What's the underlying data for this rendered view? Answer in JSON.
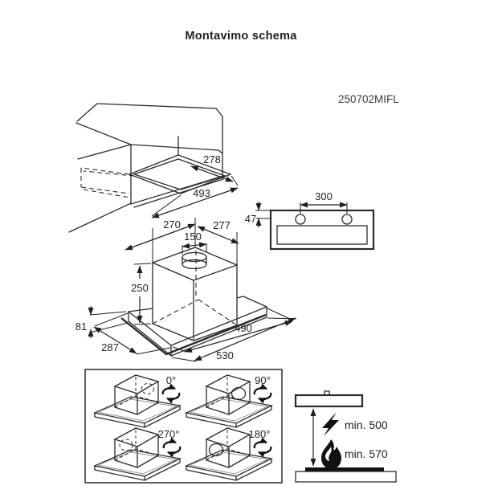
{
  "title": "Montavimo schema",
  "model_number": "250702MIFL",
  "cabinet_cutout": {
    "depth": "278",
    "width": "493"
  },
  "mounting_front_view": {
    "hole_spacing": "300",
    "hole_top_offset": "47"
  },
  "hood_body": {
    "width": "270",
    "depth": "277",
    "duct_diameter": "150",
    "height": "250"
  },
  "hood_base": {
    "height": "81",
    "depth": "287",
    "inner_width": "490",
    "width": "530"
  },
  "duct_rotation": {
    "angles": [
      "0°",
      "90°",
      "270°",
      "180°"
    ]
  },
  "clearance": {
    "electric_hob": "min. 500",
    "gas_hob": "min. 570"
  },
  "colors": {
    "title_text": "#1d2b49",
    "line_art": "#2b2b2b",
    "model_text": "#3c3c3c"
  }
}
